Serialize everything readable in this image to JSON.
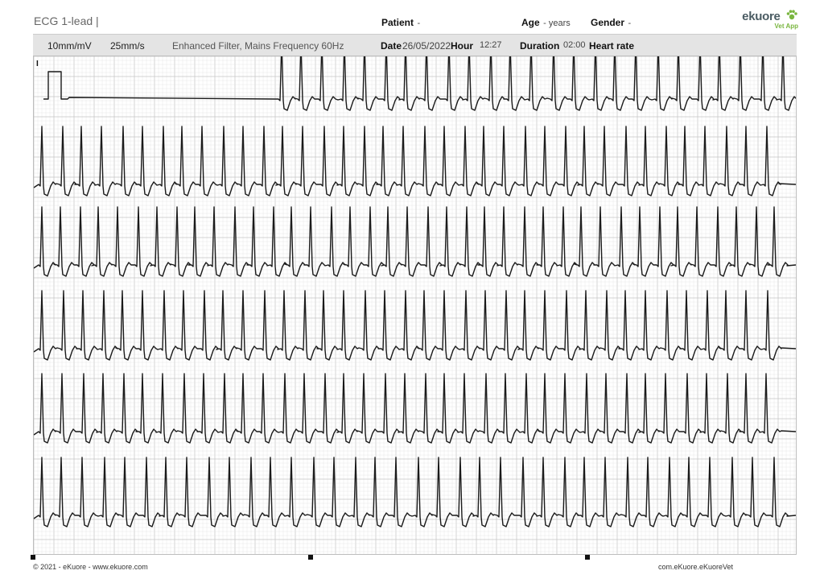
{
  "header": {
    "title": "ECG 1-lead |",
    "patient_label": "Patient",
    "patient_value": "-",
    "age_label": "Age",
    "age_value": "- years",
    "gender_label": "Gender",
    "gender_value": "-"
  },
  "logo": {
    "name": "ekuore",
    "sub": "Vet App",
    "icon": "paw-icon",
    "color": "#4b5c63",
    "accent": "#7ab640"
  },
  "info_bar": {
    "gain": "10mm/mV",
    "speed": "25mm/s",
    "filter": "Enhanced Filter, Mains Frequency 60Hz",
    "date_label": "Date",
    "date_value": "26/05/2022",
    "hour_label": "Hour",
    "hour_value": "12:27",
    "duration_label": "Duration",
    "duration_value": "02:00",
    "heart_rate_label": "Heart rate"
  },
  "lead_label": "I",
  "footer": {
    "left": "© 2021 - eKuore - www.ekuore.com",
    "right": "com.eKuore.eKuoreVet"
  },
  "colors": {
    "grid_minor": "#e2e2e2",
    "grid_major": "#c4c4c4",
    "trace": "#1a1a1a",
    "infobar_bg": "#e4e4e4"
  }
}
